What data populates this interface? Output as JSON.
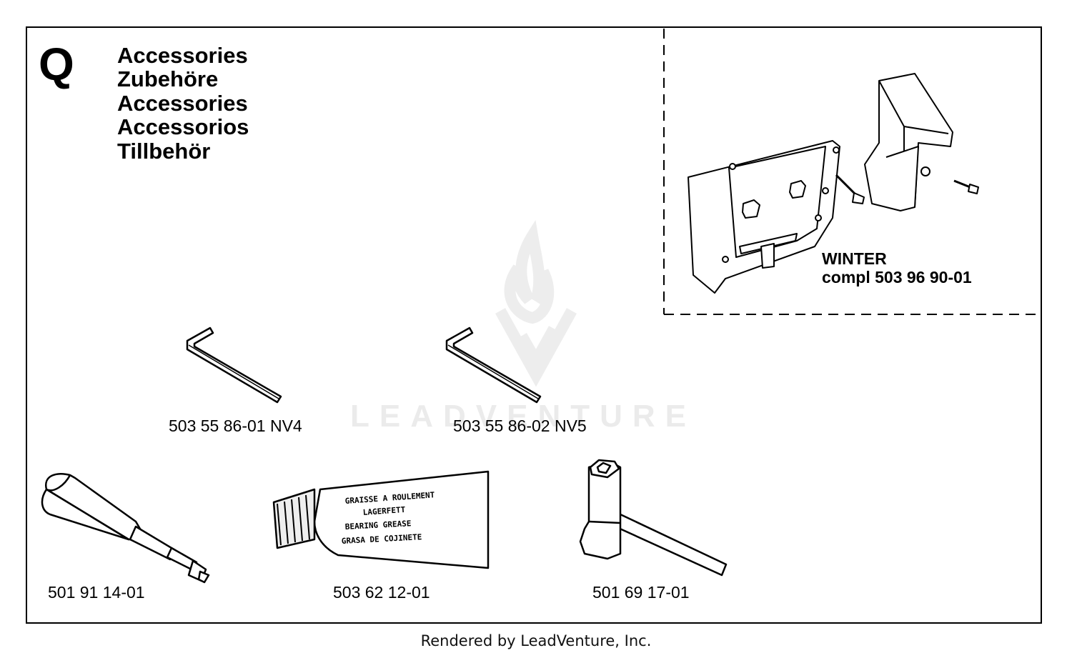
{
  "section": {
    "letter": "Q",
    "titles": [
      "Accessories",
      "Zubehöre",
      "Accessories",
      "Accessorios",
      "Tillbehör"
    ]
  },
  "winter_kit": {
    "line1": "WINTER",
    "line2": "compl 503 96 90-01"
  },
  "parts": [
    {
      "name": "hex-key-nv4",
      "label": "503 55 86-01 NV4"
    },
    {
      "name": "hex-key-nv5",
      "label": "503 55 86-02 NV5"
    },
    {
      "name": "grease-gun",
      "label": "501 91 14-01"
    },
    {
      "name": "grease-tube",
      "label": "503 62 12-01"
    },
    {
      "name": "combination-wrench",
      "label": "501 69 17-01"
    }
  ],
  "tube_text": [
    "GRAISSE A ROULEMENT",
    "LAGERFETT",
    "BEARING GREASE",
    "GRASA DE COJINETE"
  ],
  "watermark": "LEADVENTURE",
  "footer": "Rendered by LeadVenture, Inc."
}
